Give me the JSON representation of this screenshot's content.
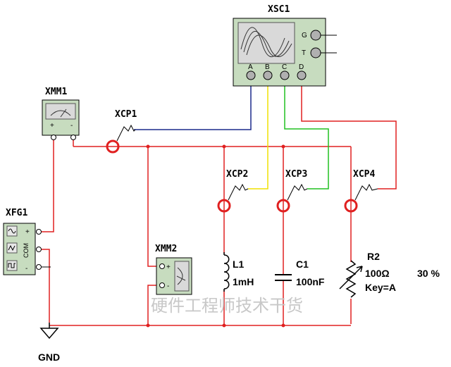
{
  "colors": {
    "wire_main": "#e02020",
    "wire_a": "#1c2a8c",
    "wire_b": "#f0e000",
    "wire_c": "#20c020",
    "wire_d": "#e02020",
    "instrument_bg": "#c7dcbf",
    "screen_bg": "#d9d9d9"
  },
  "oscilloscope": {
    "name": "XSC1",
    "channels": [
      "A",
      "B",
      "C",
      "D"
    ],
    "trigger_labels": [
      "G",
      "T"
    ]
  },
  "multimeter1": {
    "name": "XMM1",
    "plus": "+",
    "minus": "-"
  },
  "multimeter2": {
    "name": "XMM2",
    "plus": "+",
    "minus": "-"
  },
  "function_generator": {
    "name": "XFG1",
    "plus": "+",
    "com": "COM",
    "minus": "-"
  },
  "current_probes": [
    "XCP1",
    "XCP2",
    "XCP3",
    "XCP4"
  ],
  "inductor": {
    "name": "L1",
    "value": "1mH"
  },
  "capacitor": {
    "name": "C1",
    "value": "100nF"
  },
  "potentiometer": {
    "name": "R2",
    "value": "100Ω",
    "key": "Key=A",
    "setting": "30 %"
  },
  "ground": {
    "label": "GND"
  },
  "watermark": "硬件工程师技术干货"
}
